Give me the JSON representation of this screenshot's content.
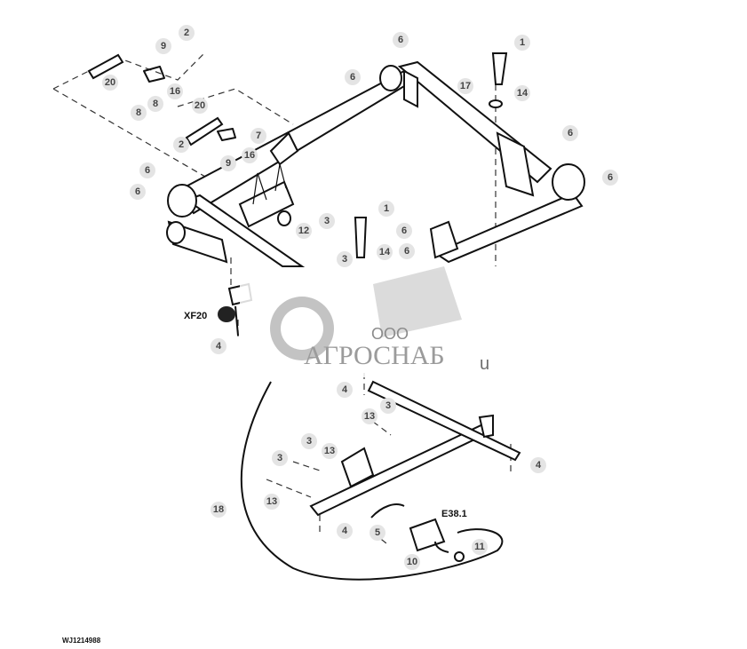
{
  "diagram": {
    "callouts": [
      "2",
      "9",
      "20",
      "16",
      "8",
      "8",
      "6",
      "6",
      "1",
      "17",
      "14",
      "20",
      "7",
      "2",
      "16",
      "9",
      "6",
      "6",
      "6",
      "6",
      "3",
      "12",
      "1",
      "6",
      "3",
      "14",
      "6",
      "4",
      "4",
      "3",
      "13",
      "3",
      "13",
      "3",
      "13",
      "4",
      "18",
      "4",
      "5",
      "11",
      "10"
    ],
    "connector_labels": {
      "xf20": "XF20",
      "e38": "E38.1"
    },
    "figure_id": "WJ1214988"
  },
  "watermark": {
    "prefix": "ООО",
    "name": "АГРОСНАБ",
    "suffix": "u"
  }
}
